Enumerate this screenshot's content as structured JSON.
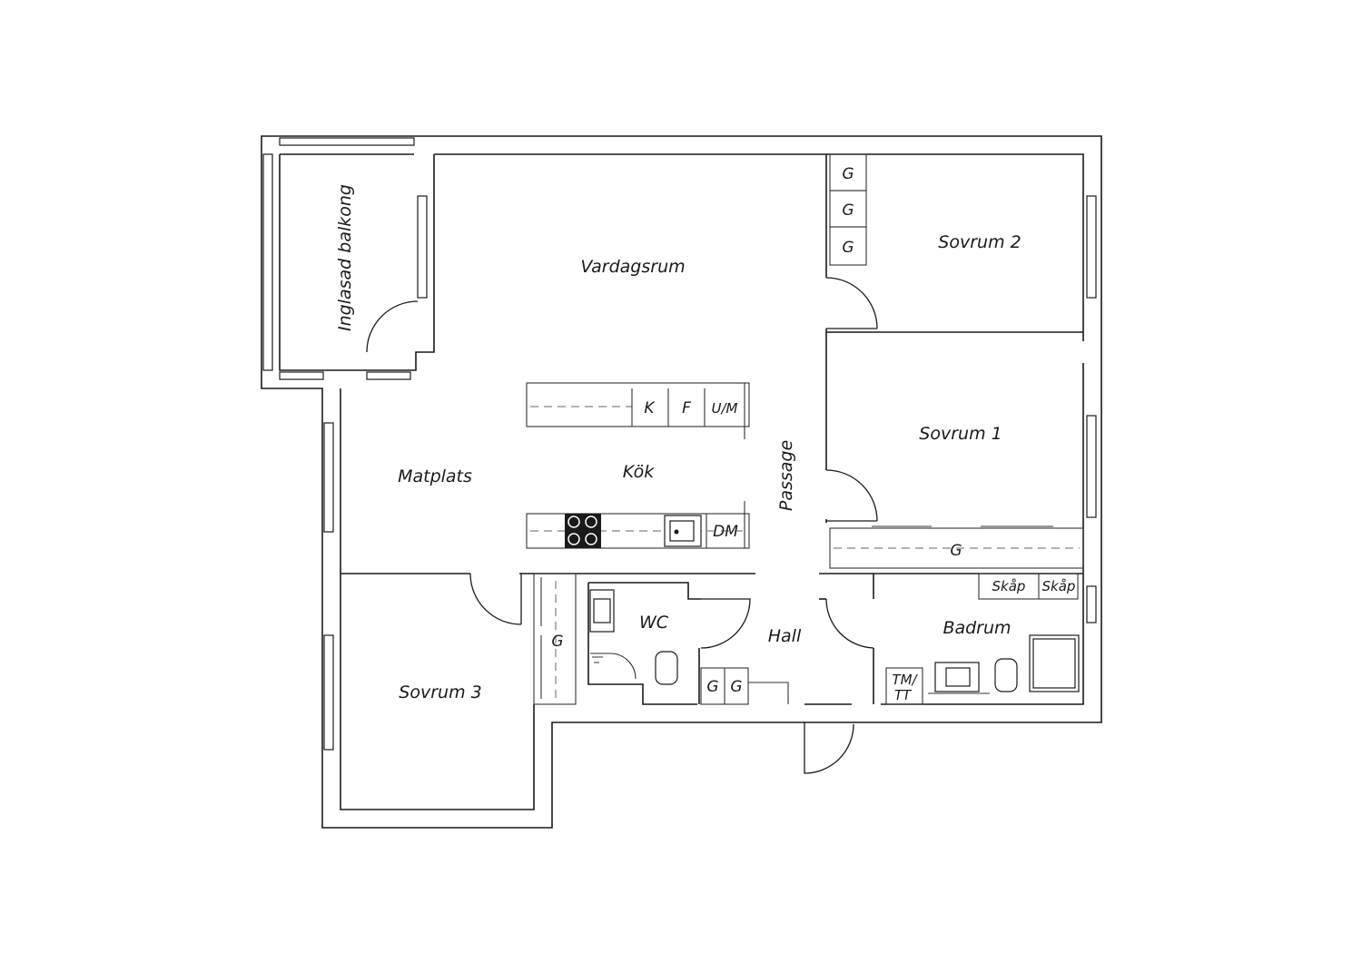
{
  "rooms": {
    "balcony": "Inglasad balkong",
    "living": "Vardagsrum",
    "bedroom2": "Sovrum 2",
    "bedroom1": "Sovrum 1",
    "kitchen": "Kök",
    "dining": "Matplats",
    "passage": "Passage",
    "wc": "WC",
    "hall": "Hall",
    "bathroom": "Badrum",
    "bedroom3": "Sovrum 3"
  },
  "fixtures": {
    "wardrobe": "G",
    "fridge": "K",
    "freezer": "F",
    "microwave": "U/M",
    "dishwasher": "DM",
    "cabinet": "Skåp",
    "washer_dryer_top": "TM/",
    "washer_dryer_bottom": "TT"
  },
  "colors": {
    "line": "#1a1a1a",
    "background": "#ffffff",
    "stove": "#1a1a1a"
  }
}
